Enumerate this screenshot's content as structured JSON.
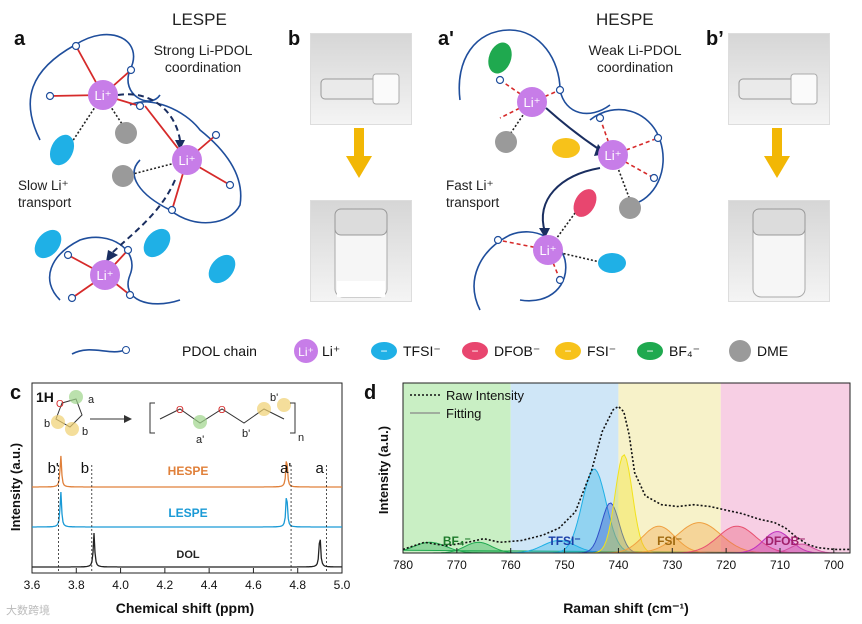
{
  "panels": {
    "a": {
      "label": "a",
      "title": "LESPE",
      "subtitle_line1": "Strong Li-PDOL",
      "subtitle_line2": "coordination",
      "note_line1": "Slow Li⁺",
      "note_line2": "transport"
    },
    "b": {
      "label": "b"
    },
    "a_prime": {
      "label": "a'",
      "title": "HESPE",
      "subtitle_line1": "Weak Li-PDOL",
      "subtitle_line2": "coordination",
      "note_line1": "Fast Li⁺",
      "note_line2": "transport"
    },
    "b_prime": {
      "label": "b’"
    },
    "c": {
      "label": "c"
    },
    "d": {
      "label": "d"
    }
  },
  "ion_labels": {
    "li": "Li⁺",
    "anion_sign": "−"
  },
  "legend": {
    "pdol_chain": "PDOL chain",
    "li": "Li⁺",
    "tfsi": "TFSI⁻",
    "dfob": "DFOB⁻",
    "fsi": "FSI⁻",
    "bf4": "BF₄⁻",
    "dme": "DME"
  },
  "colors": {
    "li": "#c77de8",
    "tfsi": "#1fb0e6",
    "dfob": "#e8466f",
    "fsi": "#f7c21a",
    "bf4": "#1fa94f",
    "dme": "#9a9a9a",
    "chain": "#1f4e9c",
    "strong_coord": "#d62a2a",
    "arrow": "#f2b705",
    "hespe_trace": "#e0803a",
    "lespe_trace": "#1a9ad6",
    "dol_trace": "#222222"
  },
  "chart_data": [
    {
      "type": "line",
      "panel": "c",
      "nucleus": "1H",
      "xlabel": "Chemical shift (ppm)",
      "ylabel": "Intensity (a.u.)",
      "xlim": [
        3.6,
        5.0
      ],
      "xticks": [
        "3.6",
        "3.8",
        "4.0",
        "4.2",
        "4.4",
        "4.6",
        "4.8",
        "5.0"
      ],
      "series": [
        {
          "name": "HESPE",
          "peaks": [
            3.73,
            4.75
          ]
        },
        {
          "name": "LESPE",
          "peaks": [
            3.73,
            4.75
          ]
        },
        {
          "name": "DOL",
          "peaks": [
            3.88,
            4.9
          ]
        }
      ],
      "peak_labels": [
        {
          "text": "b'",
          "x": 3.72
        },
        {
          "text": "b",
          "x": 3.87
        },
        {
          "text": "a'",
          "x": 4.77
        },
        {
          "text": "a",
          "x": 4.93
        }
      ],
      "structure_labels": {
        "ring_a": "a",
        "ring_b1": "b",
        "ring_b2": "b",
        "ring_o": "O",
        "poly_a": "a'",
        "poly_b1": "b'",
        "poly_b2": "b'",
        "poly_n": "n"
      }
    },
    {
      "type": "area",
      "panel": "d",
      "xlabel": "Raman shift (cm⁻¹)",
      "ylabel": "Intensity (a.u.)",
      "xlim": [
        780,
        697
      ],
      "xticks": [
        "780",
        "770",
        "760",
        "750",
        "740",
        "730",
        "720",
        "710",
        "700"
      ],
      "legend": [
        {
          "name": "Raw Intensity"
        },
        {
          "name": "Fitting"
        }
      ],
      "regions": [
        {
          "name": "BF₄⁻",
          "from": 780,
          "to": 760,
          "color": "#c9efc4"
        },
        {
          "name": "TFSI⁻",
          "from": 760,
          "to": 740,
          "color": "#cfe6f7"
        },
        {
          "name": "FSI⁻",
          "from": 740,
          "to": 721,
          "color": "#f7f2c9"
        },
        {
          "name": "DFOB⁻",
          "from": 721,
          "to": 697,
          "color": "#f7cfe4"
        }
      ],
      "fit_peaks": [
        {
          "center": 775,
          "height": 0.06,
          "width": 3,
          "color": "#1fa94f"
        },
        {
          "center": 766,
          "height": 0.06,
          "width": 2.5,
          "color": "#1fa94f"
        },
        {
          "center": 751,
          "height": 0.07,
          "width": 3,
          "color": "#1fb0e6"
        },
        {
          "center": 744.5,
          "height": 0.47,
          "width": 2.2,
          "color": "#1fb0e6"
        },
        {
          "center": 741.5,
          "height": 0.28,
          "width": 1.6,
          "color": "#3050c8"
        },
        {
          "center": 739,
          "height": 0.55,
          "width": 1.6,
          "color": "#f2e21a"
        },
        {
          "center": 732.5,
          "height": 0.15,
          "width": 3,
          "color": "#f0a040"
        },
        {
          "center": 725,
          "height": 0.17,
          "width": 4,
          "color": "#f0a040"
        },
        {
          "center": 718,
          "height": 0.15,
          "width": 3.5,
          "color": "#e85070"
        },
        {
          "center": 710.5,
          "height": 0.12,
          "width": 2.5,
          "color": "#c030c0"
        },
        {
          "center": 706,
          "height": 0.05,
          "width": 2,
          "color": "#d050a0"
        }
      ],
      "raw_curve": [
        [
          780,
          0.02
        ],
        [
          776,
          0.06
        ],
        [
          772,
          0.04
        ],
        [
          768,
          0.06
        ],
        [
          765,
          0.08
        ],
        [
          762,
          0.06
        ],
        [
          758,
          0.07
        ],
        [
          754,
          0.1
        ],
        [
          751,
          0.14
        ],
        [
          748,
          0.23
        ],
        [
          745,
          0.46
        ],
        [
          743,
          0.68
        ],
        [
          741,
          0.8
        ],
        [
          740,
          0.82
        ],
        [
          739,
          0.79
        ],
        [
          738,
          0.66
        ],
        [
          737,
          0.45
        ],
        [
          735,
          0.32
        ],
        [
          732,
          0.27
        ],
        [
          729,
          0.26
        ],
        [
          726,
          0.27
        ],
        [
          723,
          0.26
        ],
        [
          720,
          0.24
        ],
        [
          717,
          0.22
        ],
        [
          714,
          0.19
        ],
        [
          711,
          0.17
        ],
        [
          709,
          0.14
        ],
        [
          707,
          0.09
        ],
        [
          705,
          0.05
        ],
        [
          703,
          0.03
        ],
        [
          700,
          0.02
        ],
        [
          697,
          0.02
        ]
      ]
    }
  ],
  "watermark": "大数跨境"
}
